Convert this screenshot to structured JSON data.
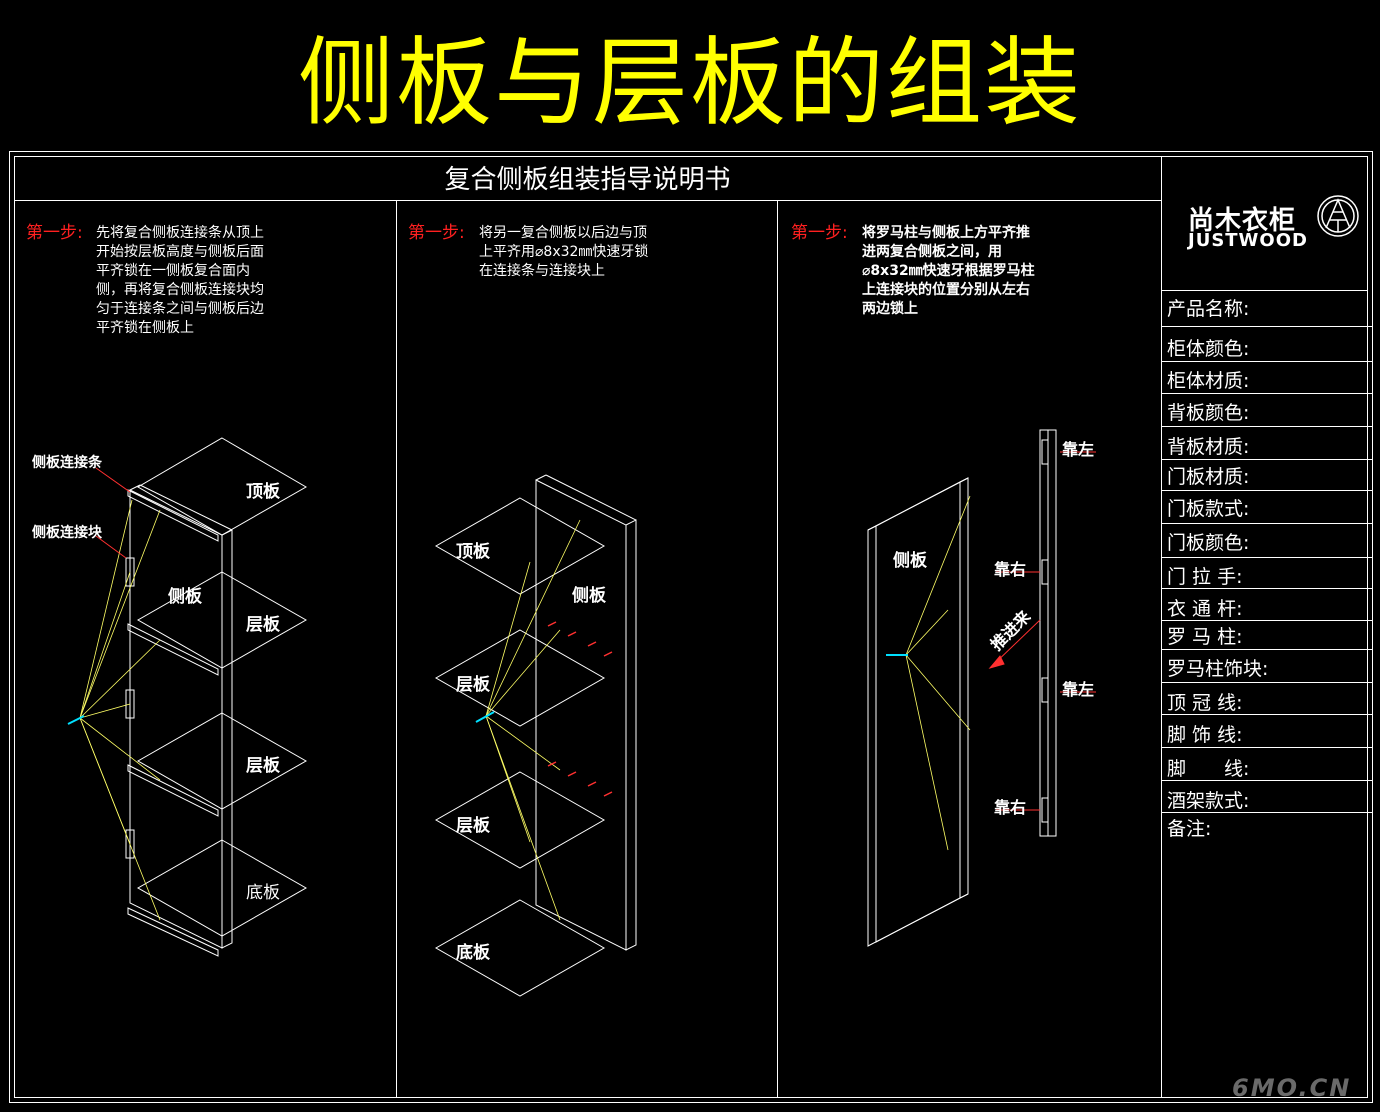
{
  "title": "侧板与层板的组装",
  "doc_title": "复合侧板组装指导说明书",
  "brand": {
    "name_cn": "尚木衣柜",
    "name_en": "JUSTWOOD",
    "logo_icon": "tree-in-circle-icon"
  },
  "steps": [
    {
      "label": "第一步:",
      "lines": [
        "先将复合侧板连接条从顶上",
        "开始按层板高度与侧板后面",
        "平齐锁在一侧板复合面内",
        "侧，再将复合侧板连接块均",
        "匀于连接条之间与侧板后边",
        "平齐锁在侧板上"
      ]
    },
    {
      "label": "第一步:",
      "lines": [
        "将另一复合侧板以后边与顶",
        "上平齐用⌀8x32㎜快速牙锁",
        "在连接条与连接块上"
      ]
    },
    {
      "label": "第一步:",
      "lines": [
        "将罗马柱与侧板上方平齐推",
        "进两复合侧板之间，用",
        "⌀8x32㎜快速牙根据罗马柱",
        "上连接块的位置分别从左右",
        "两边锁上"
      ]
    }
  ],
  "diagram1": {
    "callouts": [
      "侧板连接条",
      "侧板连接块"
    ],
    "side_panel": "侧板",
    "shelves": [
      "顶板",
      "层板",
      "层板",
      "底板"
    ]
  },
  "diagram2": {
    "side_panel": "侧板",
    "shelves": [
      "顶板",
      "层板",
      "层板",
      "底板"
    ]
  },
  "diagram3": {
    "side_panel": "侧板",
    "push_label": "推进来",
    "side_labels": [
      "靠左",
      "靠右",
      "靠左",
      "靠右"
    ]
  },
  "spec_fields": [
    "产品名称:",
    "柜体颜色:",
    "柜体材质:",
    "背板颜色:",
    "背板材质:",
    "门板材质:",
    "门板款式:",
    "门板颜色:",
    "门 拉 手:",
    "衣 通 杆:",
    "罗 马 柱:",
    "罗马柱饰块:",
    "顶 冠 线:",
    "脚 饰 线:",
    "脚　　线:",
    "酒架款式:",
    "备注:"
  ],
  "watermark": "6MO.CN",
  "colors": {
    "title": "#ffff00",
    "step_label": "#ff2020",
    "background": "#000000",
    "lines": "#ffffff",
    "guide_lines": "#ffff66",
    "fasteners": "#00ffff"
  }
}
